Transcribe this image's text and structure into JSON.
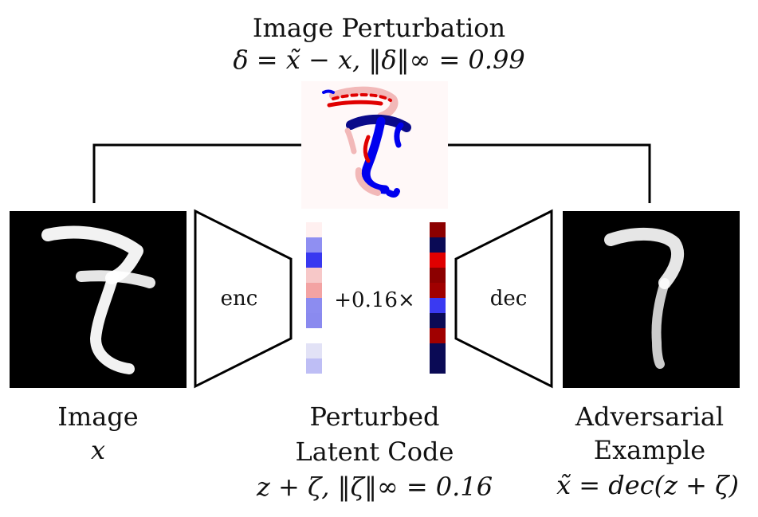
{
  "top": {
    "title": "Image Perturbation",
    "formula": "δ = x̃ − x, ‖δ‖∞ = 0.99"
  },
  "encoder": {
    "label": "enc"
  },
  "decoder": {
    "label": "dec"
  },
  "multiplier": {
    "label": "+0.16×"
  },
  "input_image": {
    "title": "Image",
    "symbol": "x"
  },
  "latent": {
    "title_line1": "Perturbed",
    "title_line2": "Latent Code",
    "formula": "z + ζ, ‖ζ‖∞ = 0.16",
    "code_colors": [
      "#fff0f0",
      "#8f8ff2",
      "#3838f0",
      "#f7c8c8",
      "#f3a3a3",
      "#8c8cf0",
      "#8a8aef",
      "#ffffff",
      "#e2e2f6",
      "#bebef5"
    ],
    "perturb_colors": [
      "#8c0000",
      "#0a0a55",
      "#e00000",
      "#8c0000",
      "#a00000",
      "#3a3af2",
      "#0a0a55",
      "#a00000",
      "#0a0a55",
      "#0a0a55"
    ]
  },
  "output_image": {
    "title_line1": "Adversarial",
    "title_line2": "Example",
    "formula": "x̃ = dec(z + ζ)"
  },
  "colors": {
    "panel_bg": "#000000",
    "red": "#e00000",
    "blue": "#0000ee",
    "dark_blue": "#0a0a55"
  }
}
